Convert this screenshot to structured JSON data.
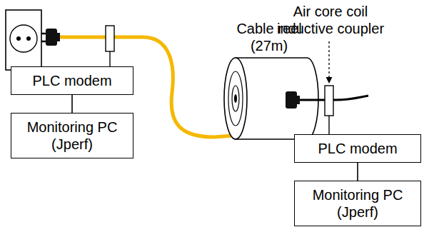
{
  "diagram": {
    "nodes": [
      {
        "text": [
          "PLC modem"
        ]
      },
      {
        "text": [
          "Monitoring PC (Jperf)"
        ]
      },
      {
        "text": [
          "PLC modem"
        ]
      },
      {
        "text": [
          "Monitoring PC (Jperf)"
        ]
      }
    ],
    "edges": [
      {
        "from": 0,
        "to": 1,
        "arrow": "none"
      },
      {
        "from": 2,
        "to": 3,
        "arrow": "none"
      }
    ],
    "labels": [
      "Cable reel (27m)",
      "Air core coil inductive coupler"
    ]
  }
}
